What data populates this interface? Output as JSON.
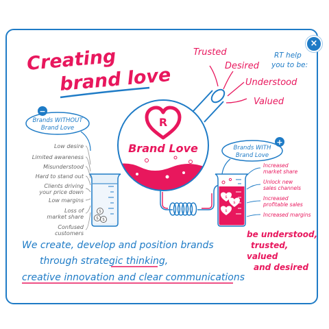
{
  "title": {
    "line1": "Creating",
    "line2": "brand love"
  },
  "core": {
    "logo_letter": "R",
    "label": "Brand Love"
  },
  "attributes": {
    "heading_line1": "RT help",
    "heading_line2": "you to be:",
    "items": [
      "Trusted",
      "Desired",
      "Understood",
      "Valued"
    ]
  },
  "without": {
    "badge": "−",
    "label_line1": "Brands WITHOUT",
    "label_line2": "Brand Love",
    "items": [
      [
        "Low desire"
      ],
      [
        "Limited awareness"
      ],
      [
        "Misunderstood"
      ],
      [
        "Hard to stand out"
      ],
      [
        "Clients driving",
        "your price down"
      ],
      [
        "Low margins"
      ],
      [
        "Loss of",
        "market share"
      ],
      [
        "Confused",
        "customers"
      ]
    ],
    "coin_symbol": "$"
  },
  "with": {
    "badge": "+",
    "label_line1": "Brands WITH",
    "label_line2": "Brand Love",
    "items": [
      [
        "Increased",
        "market share"
      ],
      [
        "Unlock new",
        "sales channels"
      ],
      [
        "Increased",
        "profitable sales"
      ],
      [
        "Increased margins"
      ]
    ],
    "coin_symbol": "$"
  },
  "outcome": {
    "lines": [
      "be understood,",
      "trusted,",
      "valued",
      "and desired"
    ]
  },
  "mission": {
    "line1": "We create, develop and position brands",
    "line2": "through strategic thinking,",
    "line3": "creative innovation and clear communications"
  },
  "colors": {
    "pink": "#e8175d",
    "blue": "#1e7bc6",
    "gray": "#666666"
  }
}
